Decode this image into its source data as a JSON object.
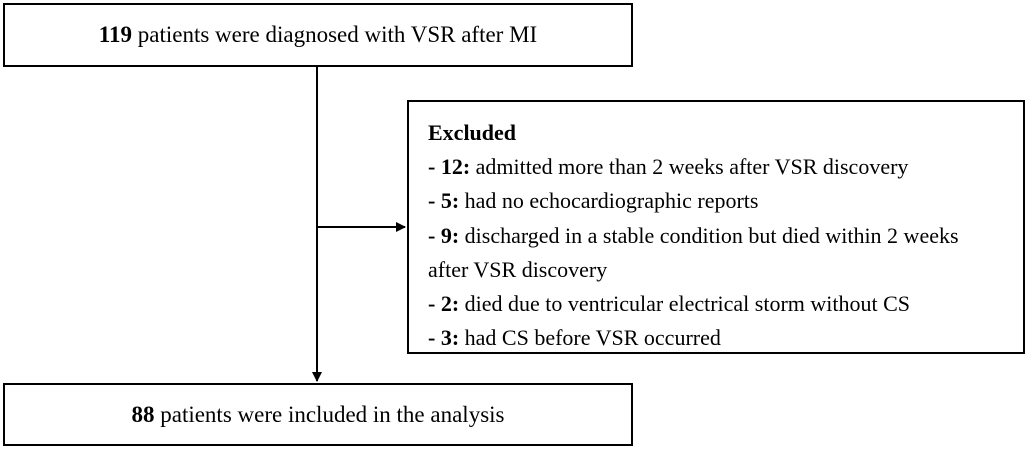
{
  "top_box": {
    "count": "119",
    "text": " patients were diagnosed with VSR after MI"
  },
  "excluded": {
    "title": "Excluded",
    "items": [
      {
        "prefix": "- 12:",
        "text": " admitted more than 2 weeks after VSR discovery"
      },
      {
        "prefix": "- 5:",
        "text": " had no echocardiographic reports"
      },
      {
        "prefix": "- 9:",
        "text": " discharged in a stable condition but died within 2 weeks"
      },
      {
        "continuation": "after VSR discovery"
      },
      {
        "prefix": "- 2:",
        "text": " died due to ventricular electrical storm without CS"
      },
      {
        "prefix": "- 3:",
        "text": " had CS before VSR occurred"
      }
    ]
  },
  "bottom_box": {
    "count": "88",
    "text": " patients were included in the analysis"
  }
}
